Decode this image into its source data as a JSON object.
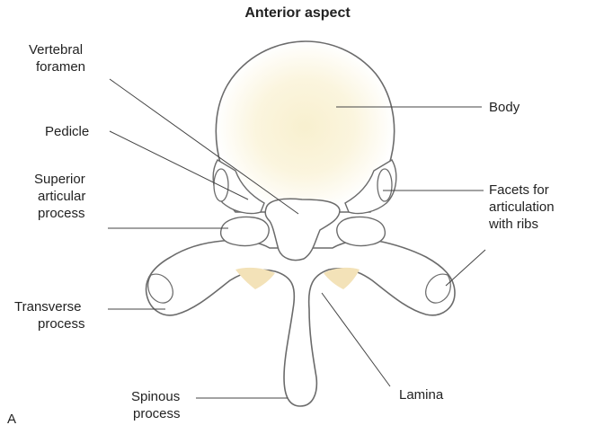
{
  "title": "Anterior aspect",
  "panel_letter": "A",
  "labels": {
    "vertebral_foramen": [
      "Vertebral",
      "foramen"
    ],
    "pedicle": [
      "Pedicle"
    ],
    "superior_articular_process": [
      "Superior",
      "articular",
      "process"
    ],
    "transverse_process": [
      "Transverse",
      "process"
    ],
    "spinous_process": [
      "Spinous",
      "process"
    ],
    "lamina": [
      "Lamina"
    ],
    "body": [
      "Body"
    ],
    "facets": [
      "Facets for",
      "articulation",
      "with ribs"
    ]
  },
  "colors": {
    "outline": "#6b6b6b",
    "bone": "#ffffff",
    "body_center": "#f8f0cf",
    "shadow": "#f3e2b8",
    "leader": "#444444"
  }
}
